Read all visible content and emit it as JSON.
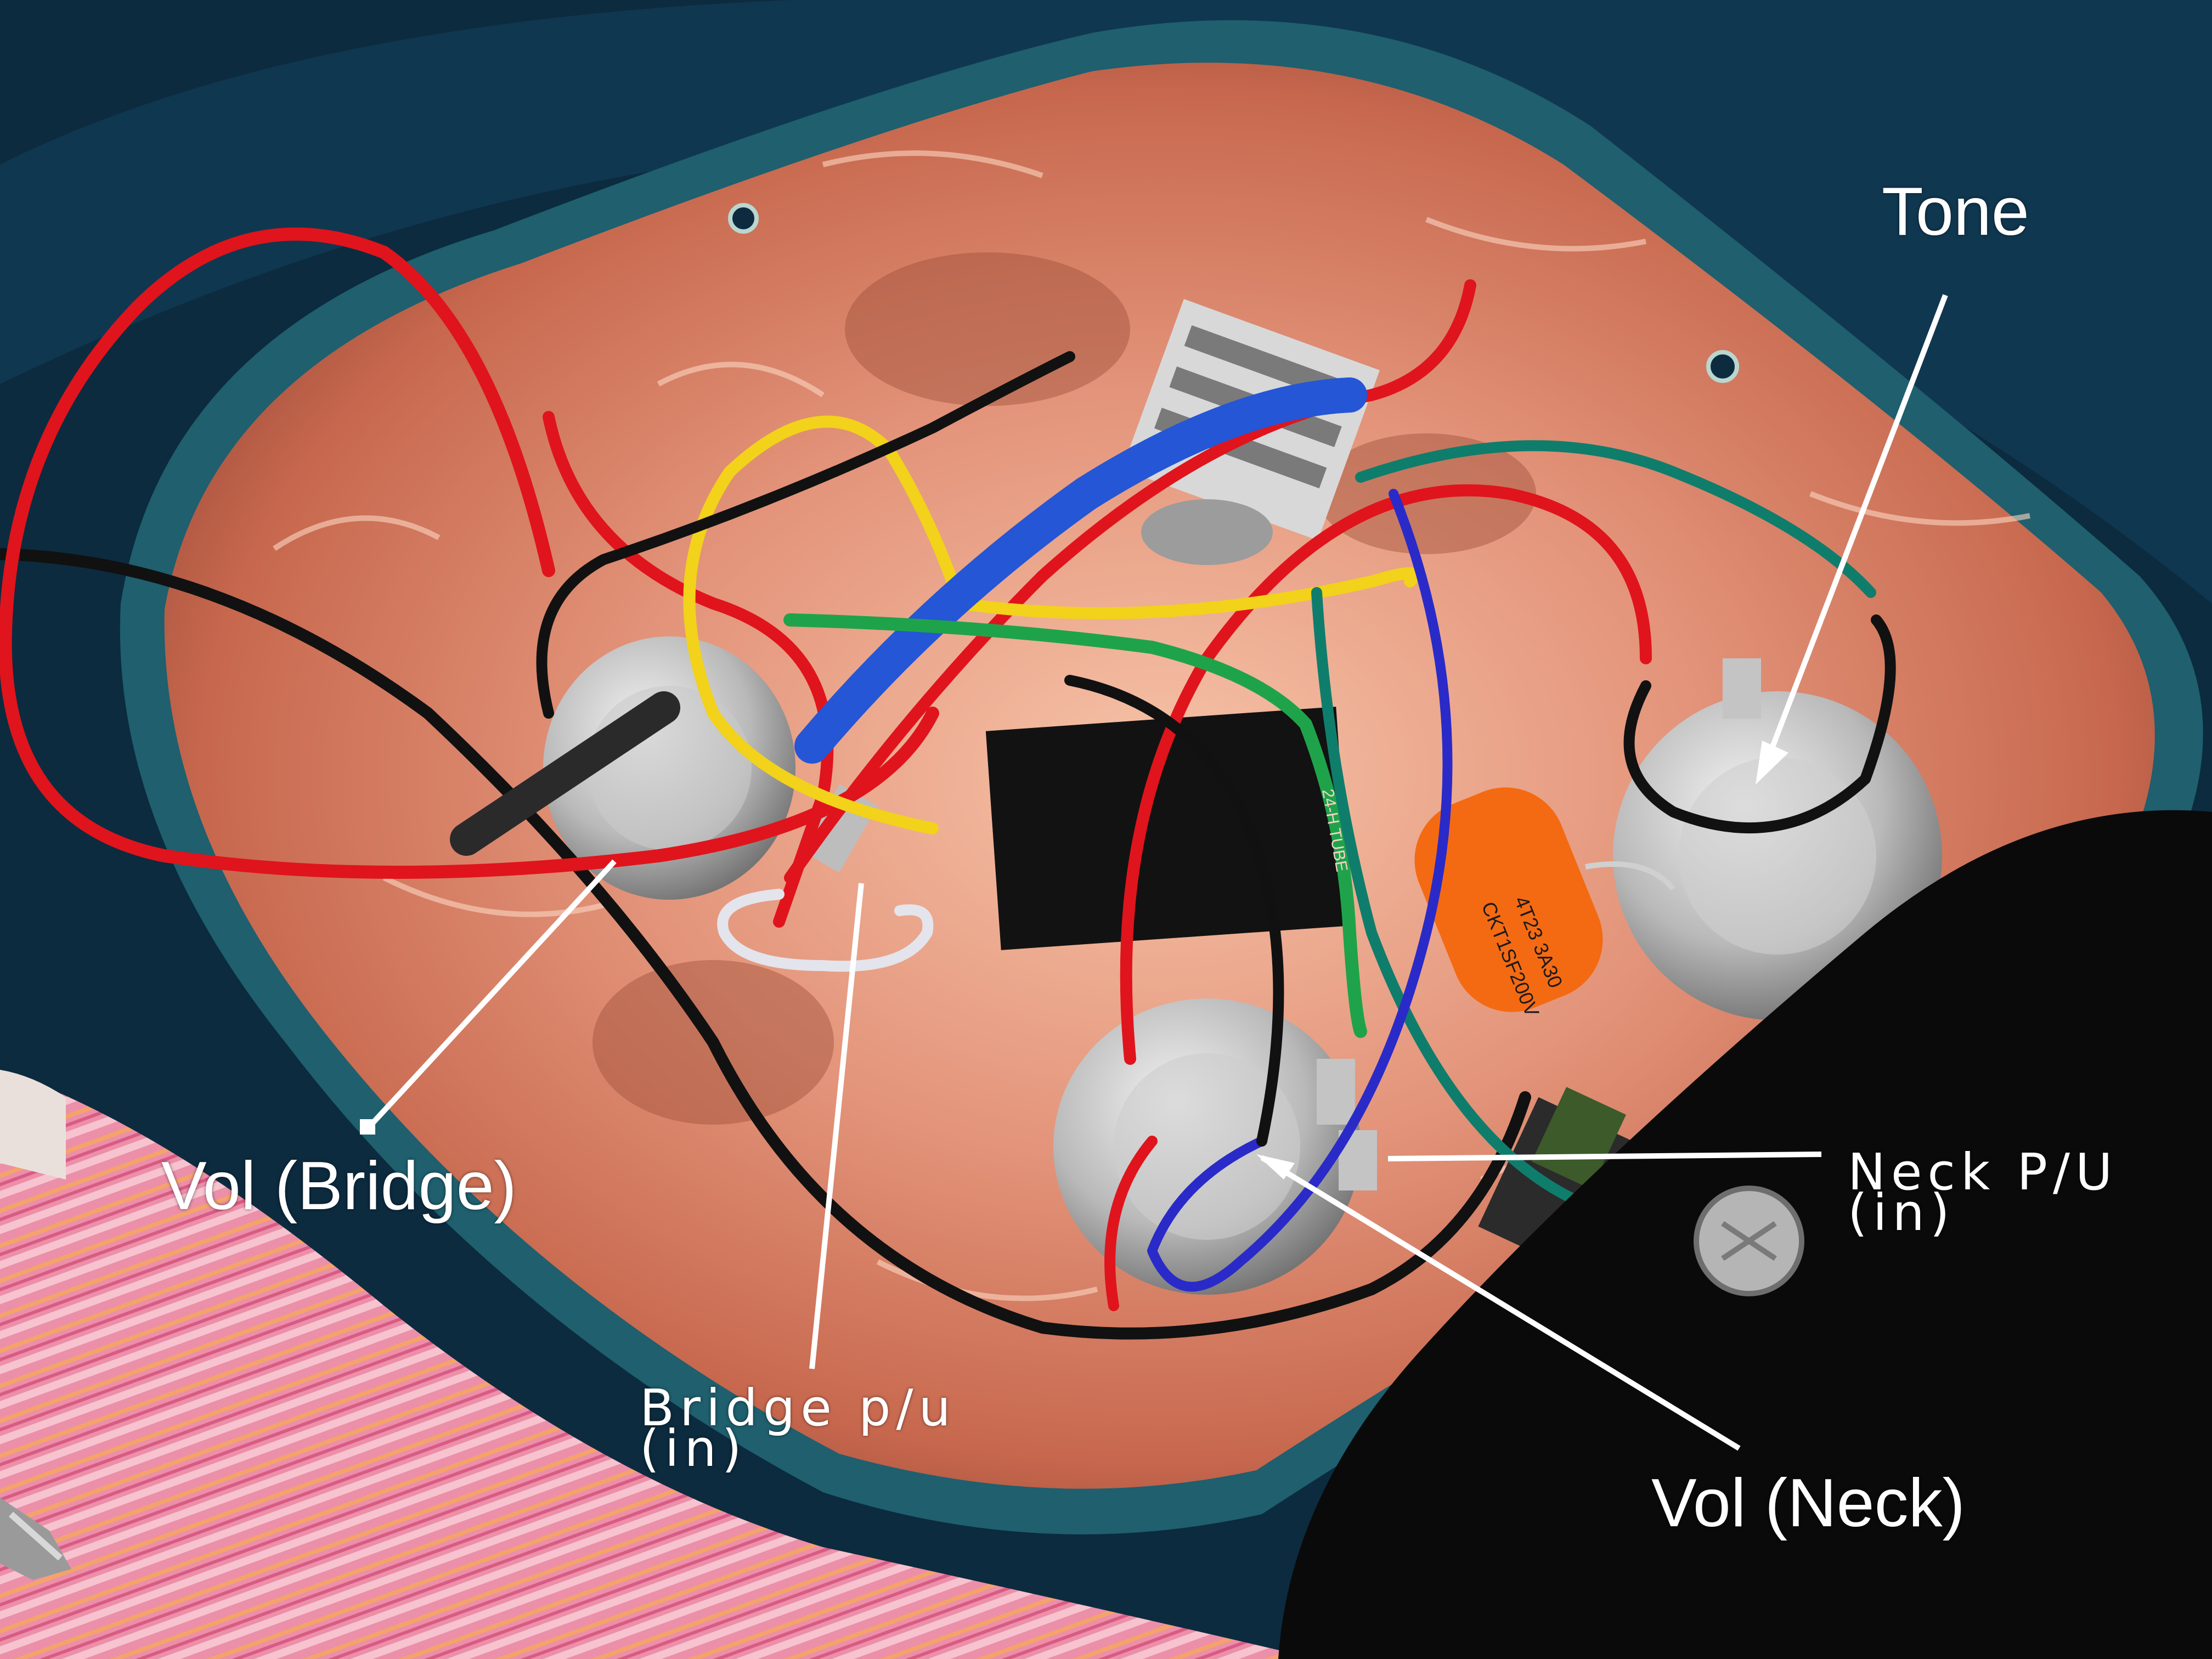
{
  "annotations": {
    "tone": "Tone",
    "vol_bridge": "Vol (Bridge)",
    "vol_neck": "Vol (Neck)",
    "neck_pu_line1": "Neck P/U",
    "neck_pu_line2": "(in)",
    "bridge_pu_line1": "Bridge p/u",
    "bridge_pu_line2": "(in)"
  },
  "components": {
    "capacitor_line1": "CKT1SF200V",
    "capacitor_line2": "4T23 3A30",
    "heatshrink_text": "24-H TUBE"
  },
  "colors": {
    "guitar_body": "#0e3550",
    "copper_shielding": "#d9826a",
    "pickguard": "#0a0a0a",
    "cloth": "#e98aa6",
    "wire_red": "#e0141c",
    "wire_yellow": "#f2d21a",
    "wire_black": "#111111",
    "wire_green": "#1fa34a",
    "wire_teal": "#0f7d6c",
    "wire_blue": "#2a2ac8",
    "heatshrink_blue": "#2456d6",
    "capacitor_orange": "#f46a12",
    "label_text": "#ffffff"
  }
}
